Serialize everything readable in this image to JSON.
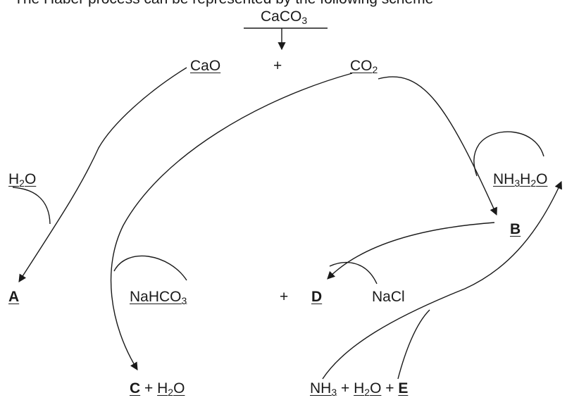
{
  "heading": "The Haber process can be represented by the following scheme",
  "species": {
    "caco3": {
      "main": "CaCO",
      "sub": "3"
    },
    "cao": "CaO",
    "plus_top": "+",
    "co2": {
      "main": "CO",
      "sub": "2"
    },
    "h2o_left": {
      "pre": "H",
      "sub": "2",
      "post": "O"
    },
    "nh3h2o": {
      "p1": "NH",
      "s1": "3",
      "p2": "H",
      "s2": "2",
      "p3": "O"
    },
    "b": "B",
    "a": "A",
    "nahco3": {
      "main": "NaHCO",
      "sub": "3"
    },
    "plus_mid": "+",
    "d": "D",
    "nacl": "NaCl",
    "c": "C",
    "plus_c": "+",
    "h2o_c": {
      "pre": "H",
      "sub": "2",
      "post": "O"
    },
    "nh3_e": {
      "main": "NH",
      "sub": "3"
    },
    "plus_e1": "+",
    "h2o_e": {
      "pre": "H",
      "sub": "2",
      "post": "O"
    },
    "plus_e2": "+",
    "e": "E"
  },
  "colors": {
    "ink": "#1a1a1a",
    "background": "#ffffff"
  }
}
